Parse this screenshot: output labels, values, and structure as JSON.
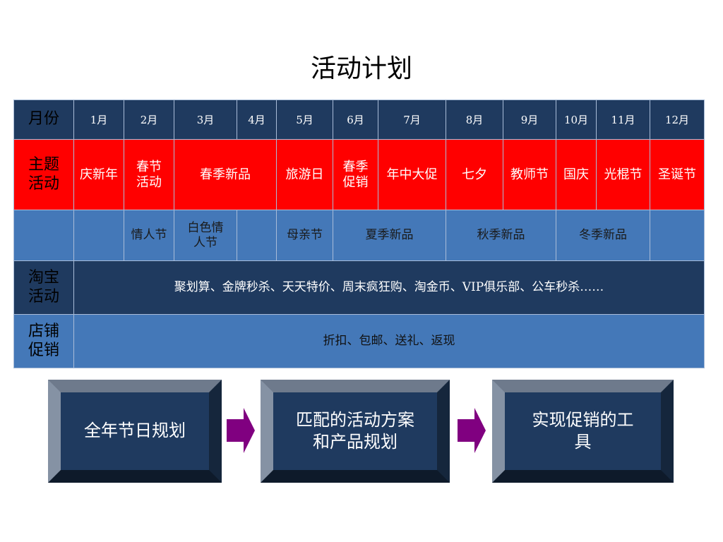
{
  "title": "活动计划",
  "table": {
    "month_header": "月份",
    "months": [
      "1月",
      "2月",
      "3月",
      "4月",
      "5月",
      "6月",
      "7月",
      "8月",
      "9月",
      "10月",
      "11月",
      "12月"
    ],
    "theme_header": "主题\n活动",
    "themes": {
      "m1": "庆新年",
      "m2": "春节\n活动",
      "m3_4": "春季新品",
      "m5": "旅游日",
      "m6": "春季\n促销",
      "m7": "年中大促",
      "m8": "七夕",
      "m9": "教师节",
      "m10": "国庆",
      "m11": "光棍节",
      "m12": "圣诞节"
    },
    "sub": {
      "m2": "情人节",
      "m3": "白色情\n人节",
      "m5": "母亲节",
      "m6_7": "夏季新品",
      "m8_9": "秋季新品",
      "m10_11": "冬季新品"
    },
    "taobao_header": "淘宝\n活动",
    "taobao_text": "聚划算、金牌秒杀、天天特价、周末疯狂购、淘金币、VIP俱乐部、公车秒杀……",
    "shop_header": "店铺\n促销",
    "shop_text": "折扣、包邮、送礼、返现"
  },
  "flow": {
    "step1": "全年节日规划",
    "step2": "匹配的活动方案\n和产品规划",
    "step3": "实现促销的工\n具"
  },
  "colors": {
    "dark_blue": "#1f3a5f",
    "mid_blue": "#4478b8",
    "red": "#ff0000",
    "arrow": "#800080"
  }
}
